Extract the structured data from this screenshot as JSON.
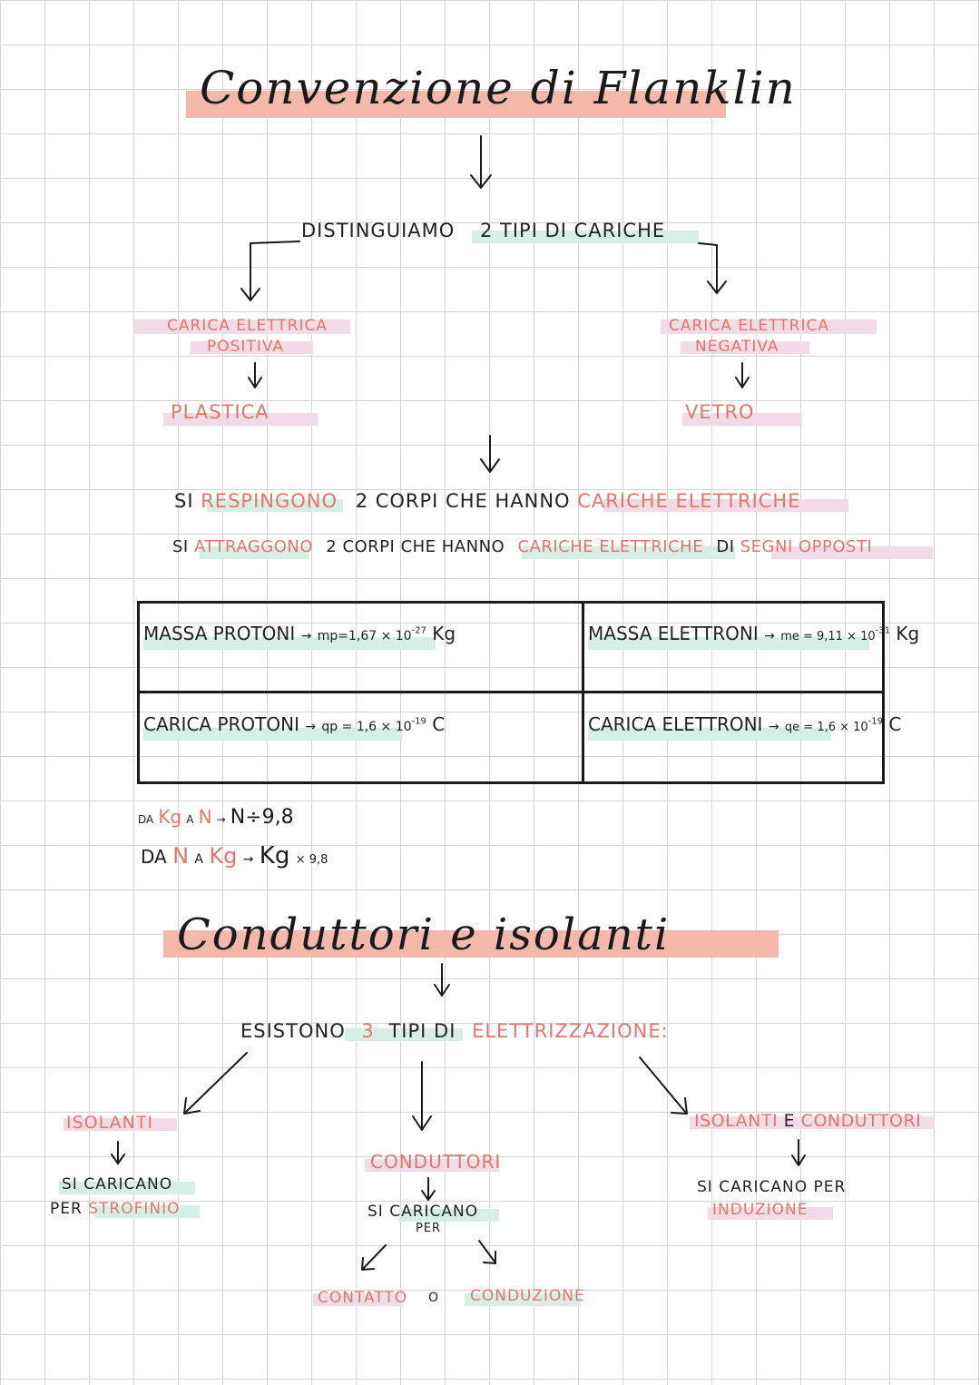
{
  "title1": "Convenzione di Flanklin",
  "distinguiamo": {
    "pre": "DISTINGUIAMO",
    "rest": "2 TIPI DI CARICHE"
  },
  "positive": {
    "line1": "CARICA ELETTRICA",
    "line2": "POSITIVA",
    "example": "PLASTICA"
  },
  "negative": {
    "line1": "CARICA ELETTRICA",
    "line2": "NEGATIVA",
    "example": "VETRO"
  },
  "rule1": {
    "si": "SI",
    "verb": "RESPINGONO",
    "mid": "2 CORPI CHE HANNO",
    "obj": "CARICHE ELETTRICHE"
  },
  "rule2": {
    "si": "SI",
    "verb": "ATTRAGGONO",
    "mid": "2 CORPI CHE HANNO",
    "obj": "CARICHE ELETTRICHE",
    "of": "DI",
    "tail": "SEGNI OPPOSTI"
  },
  "table": {
    "r1c1": {
      "label": "MASSA PROTONI",
      "formula": "mp=1,67 × 10",
      "exp": "-27",
      "unit": "Kg"
    },
    "r1c2": {
      "label": "MASSA ELETTRONI",
      "formula": "me = 9,11 × 10",
      "exp": "-31",
      "unit": "Kg"
    },
    "r2c1": {
      "label": "CARICA PROTONI",
      "formula": "qp = 1,6 × 10",
      "exp": "-19",
      "unit": "C"
    },
    "r2c2": {
      "label": "CARICA ELETTRONI",
      "formula": "qe = 1,6 × 10",
      "exp": "-19",
      "unit": "C"
    }
  },
  "conv1": {
    "da": "DA",
    "kg": "Kg",
    "a": "A",
    "n": "N",
    "arrow": "→",
    "result": "N÷9,8"
  },
  "conv2": {
    "da": "DA",
    "n": "N",
    "a": "A",
    "kg": "Kg",
    "arrow": "→",
    "result": "Kg",
    "factor": "× 9,8"
  },
  "title2": "Conduttori e isolanti",
  "esistono": {
    "pre": "ESISTONO",
    "num": "3",
    "mid": "TIPI DI",
    "word": "ELETTRIZZAZIONE:"
  },
  "isolanti": {
    "label": "ISOLANTI",
    "line1": "SI CARICANO",
    "per": "PER",
    "method": "STROFINIO"
  },
  "conduttori": {
    "label": "CONDUTTORI",
    "line1": "SI CARICANO",
    "line2": "PER",
    "opt1": "CONTATTO",
    "or": "O",
    "opt2": "CONDUZIONE"
  },
  "entrambi": {
    "a": "ISOLANTI",
    "e": "E",
    "b": "CONDUTTORI",
    "line1": "SI CARICANO PER",
    "method": "INDUZIONE"
  },
  "colors": {
    "accent": "#e2766a",
    "hl_red": "#f4b8ab",
    "hl_green": "#d6eee5",
    "hl_pink": "#f1dbe6",
    "grid": "#d4d4d4"
  }
}
